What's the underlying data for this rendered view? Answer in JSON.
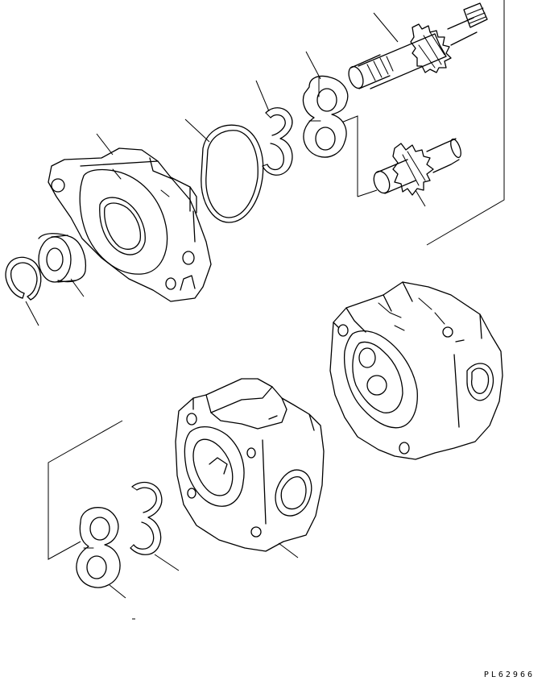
{
  "drawing": {
    "id": "PL62966"
  },
  "parts": [
    "gear-shaft-long",
    "bushing-upper",
    "snap-ring-upper",
    "o-ring",
    "front-cover",
    "oil-seal",
    "snap-ring-small",
    "gear-shaft-short",
    "pump-body-rear",
    "pump-body-front",
    "snap-ring-lower",
    "bushing-lower"
  ]
}
